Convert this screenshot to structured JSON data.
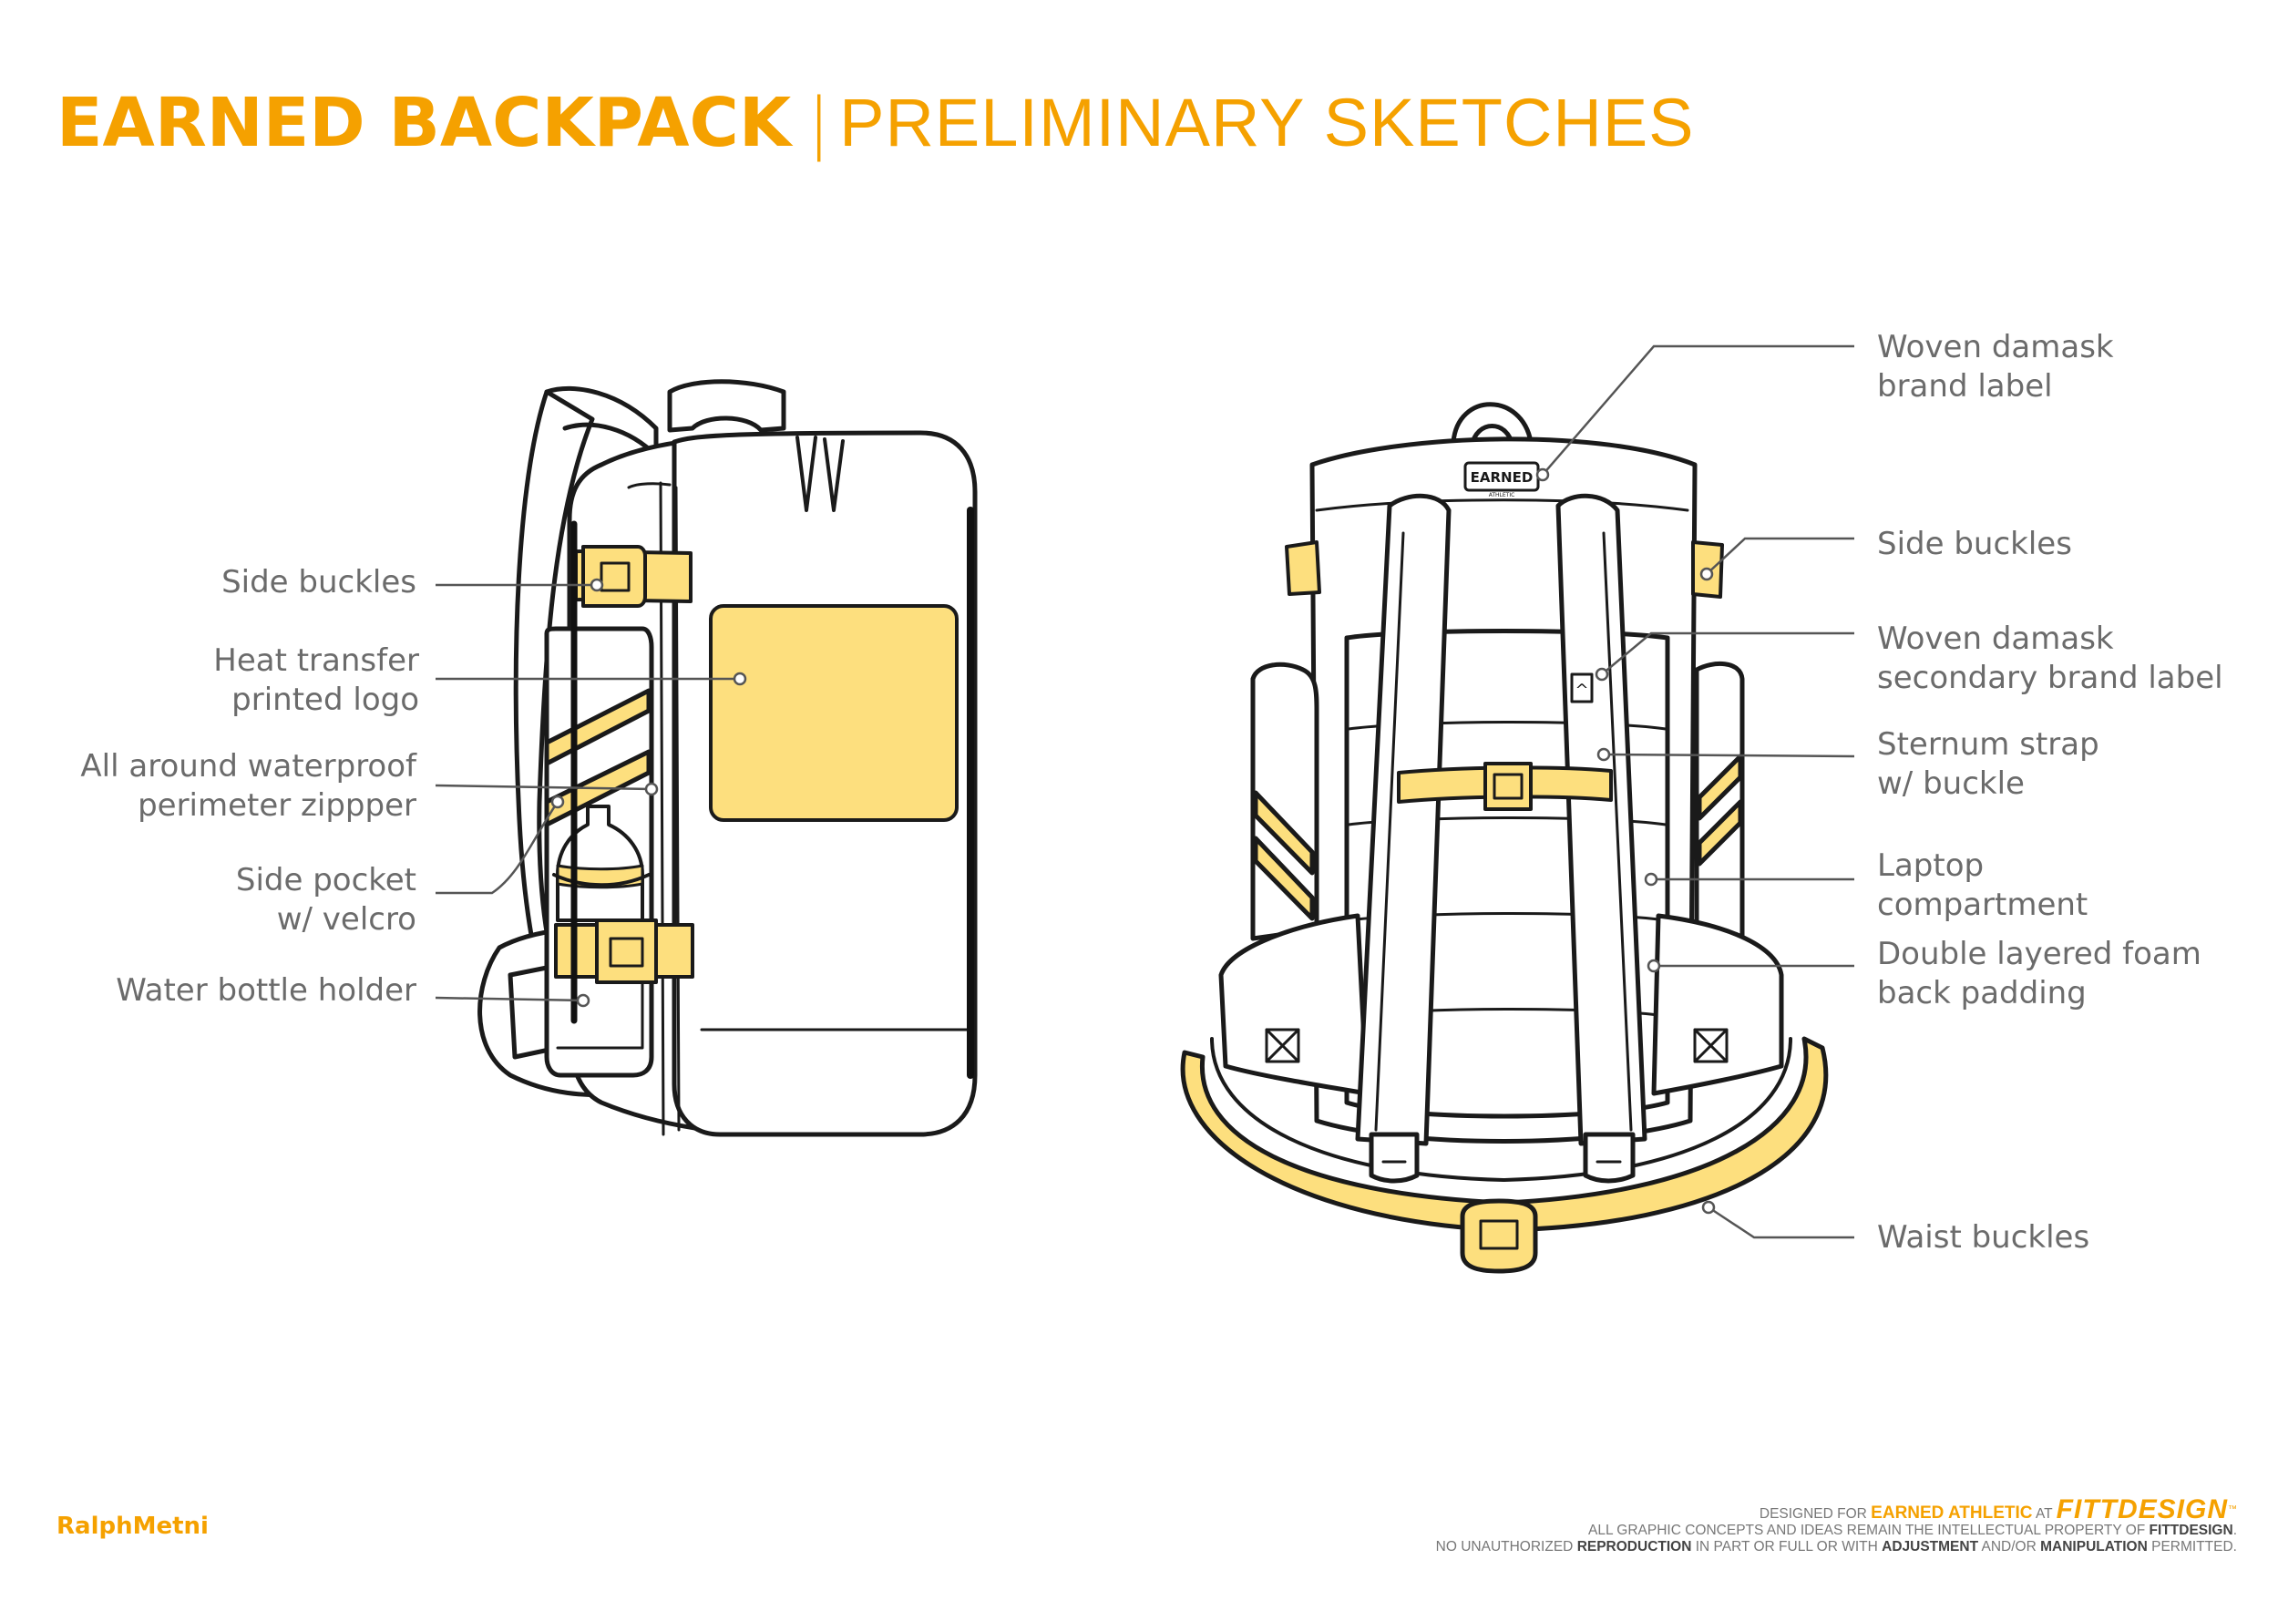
{
  "header": {
    "title_bold": "EARNED BACKPACK",
    "title_separator": "|",
    "title_light": "PRELIMINARY SKETCHES"
  },
  "callouts_left": {
    "side_buckles": "Side buckles",
    "heat_transfer_logo": "Heat transfer\nprinted logo",
    "perimeter_zipper": "All around waterproof\nperimeter zippper",
    "side_pocket": "Side pocket\nw/ velcro",
    "water_bottle_holder": "Water bottle holder"
  },
  "callouts_right": {
    "woven_label": "Woven damask\nbrand label",
    "side_buckles": "Side buckles",
    "secondary_label": "Woven damask\nsecondary brand label",
    "sternum_strap": "Sternum strap\nw/ buckle",
    "laptop_compartment": "Laptop\ncompartment",
    "foam_padding": "Double layered foam\nback padding",
    "waist_buckles": "Waist buckles"
  },
  "sketch": {
    "brand_label_text": "EARNED",
    "brand_label_subtext": "ATHLETIC",
    "secondary_label_glyph": "^"
  },
  "author": "RalphMetni",
  "footer": {
    "line1_pre": "DESIGNED FOR",
    "line1_brand": "EARNED ATHLETIC",
    "line1_at": "AT",
    "logo": "FITTDESIGN",
    "tm": "™",
    "line2_pre": "ALL GRAPHIC CONCEPTS AND IDEAS REMAIN THE INTELLECTUAL PROPERTY OF",
    "line2_bold": "FITTDESIGN",
    "line2_end": ".",
    "line3_a": "NO UNAUTHORIZED",
    "line3_b": "REPRODUCTION",
    "line3_c": "IN PART OR FULL OR WITH",
    "line3_d": "ADJUSTMENT",
    "line3_e": "AND/OR",
    "line3_f": "MANIPULATION",
    "line3_g": "PERMITTED."
  },
  "colors": {
    "accent": "#F5A100",
    "highlight_fill": "#FDDF7E",
    "ink": "#1a1a1a",
    "label_text": "#6b6b6b"
  }
}
